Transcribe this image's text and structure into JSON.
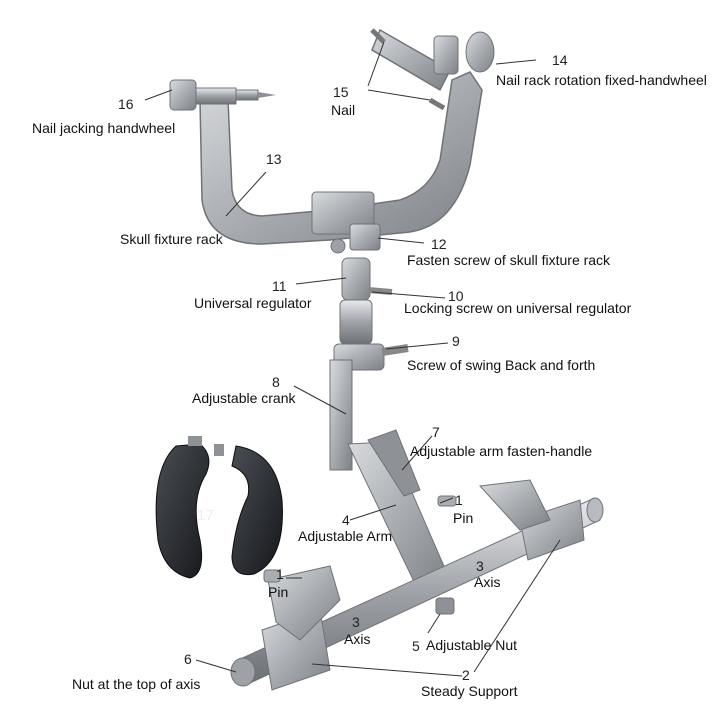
{
  "diagram": {
    "callouts": [
      {
        "id": "1",
        "label": "Pin"
      },
      {
        "id": "1",
        "label": "Pin"
      },
      {
        "id": "2",
        "label": "Steady Support"
      },
      {
        "id": "3",
        "label": "Axis"
      },
      {
        "id": "3",
        "label": "Axis"
      },
      {
        "id": "4",
        "label": "Adjustable Arm"
      },
      {
        "id": "5",
        "label": "Adjustable Nut"
      },
      {
        "id": "6",
        "label": "Nut at the top of axis"
      },
      {
        "id": "7",
        "label": "Adjustable arm fasten-handle"
      },
      {
        "id": "8",
        "label": "Adjustable crank"
      },
      {
        "id": "9",
        "label": "Screw of swing Back and forth"
      },
      {
        "id": "10",
        "label": "Locking screw on universal regulator"
      },
      {
        "id": "11",
        "label": "Universal regulator"
      },
      {
        "id": "12",
        "label": "Fasten screw of skull fixture rack"
      },
      {
        "id": "13",
        "label": "Skull fixture rack"
      },
      {
        "id": "14",
        "label": "Nail rack rotation fixed-handwheel"
      },
      {
        "id": "15",
        "label": "Nail"
      },
      {
        "id": "16",
        "label": "Nail jacking handwheel"
      },
      {
        "id": "17",
        "label": ""
      }
    ]
  }
}
